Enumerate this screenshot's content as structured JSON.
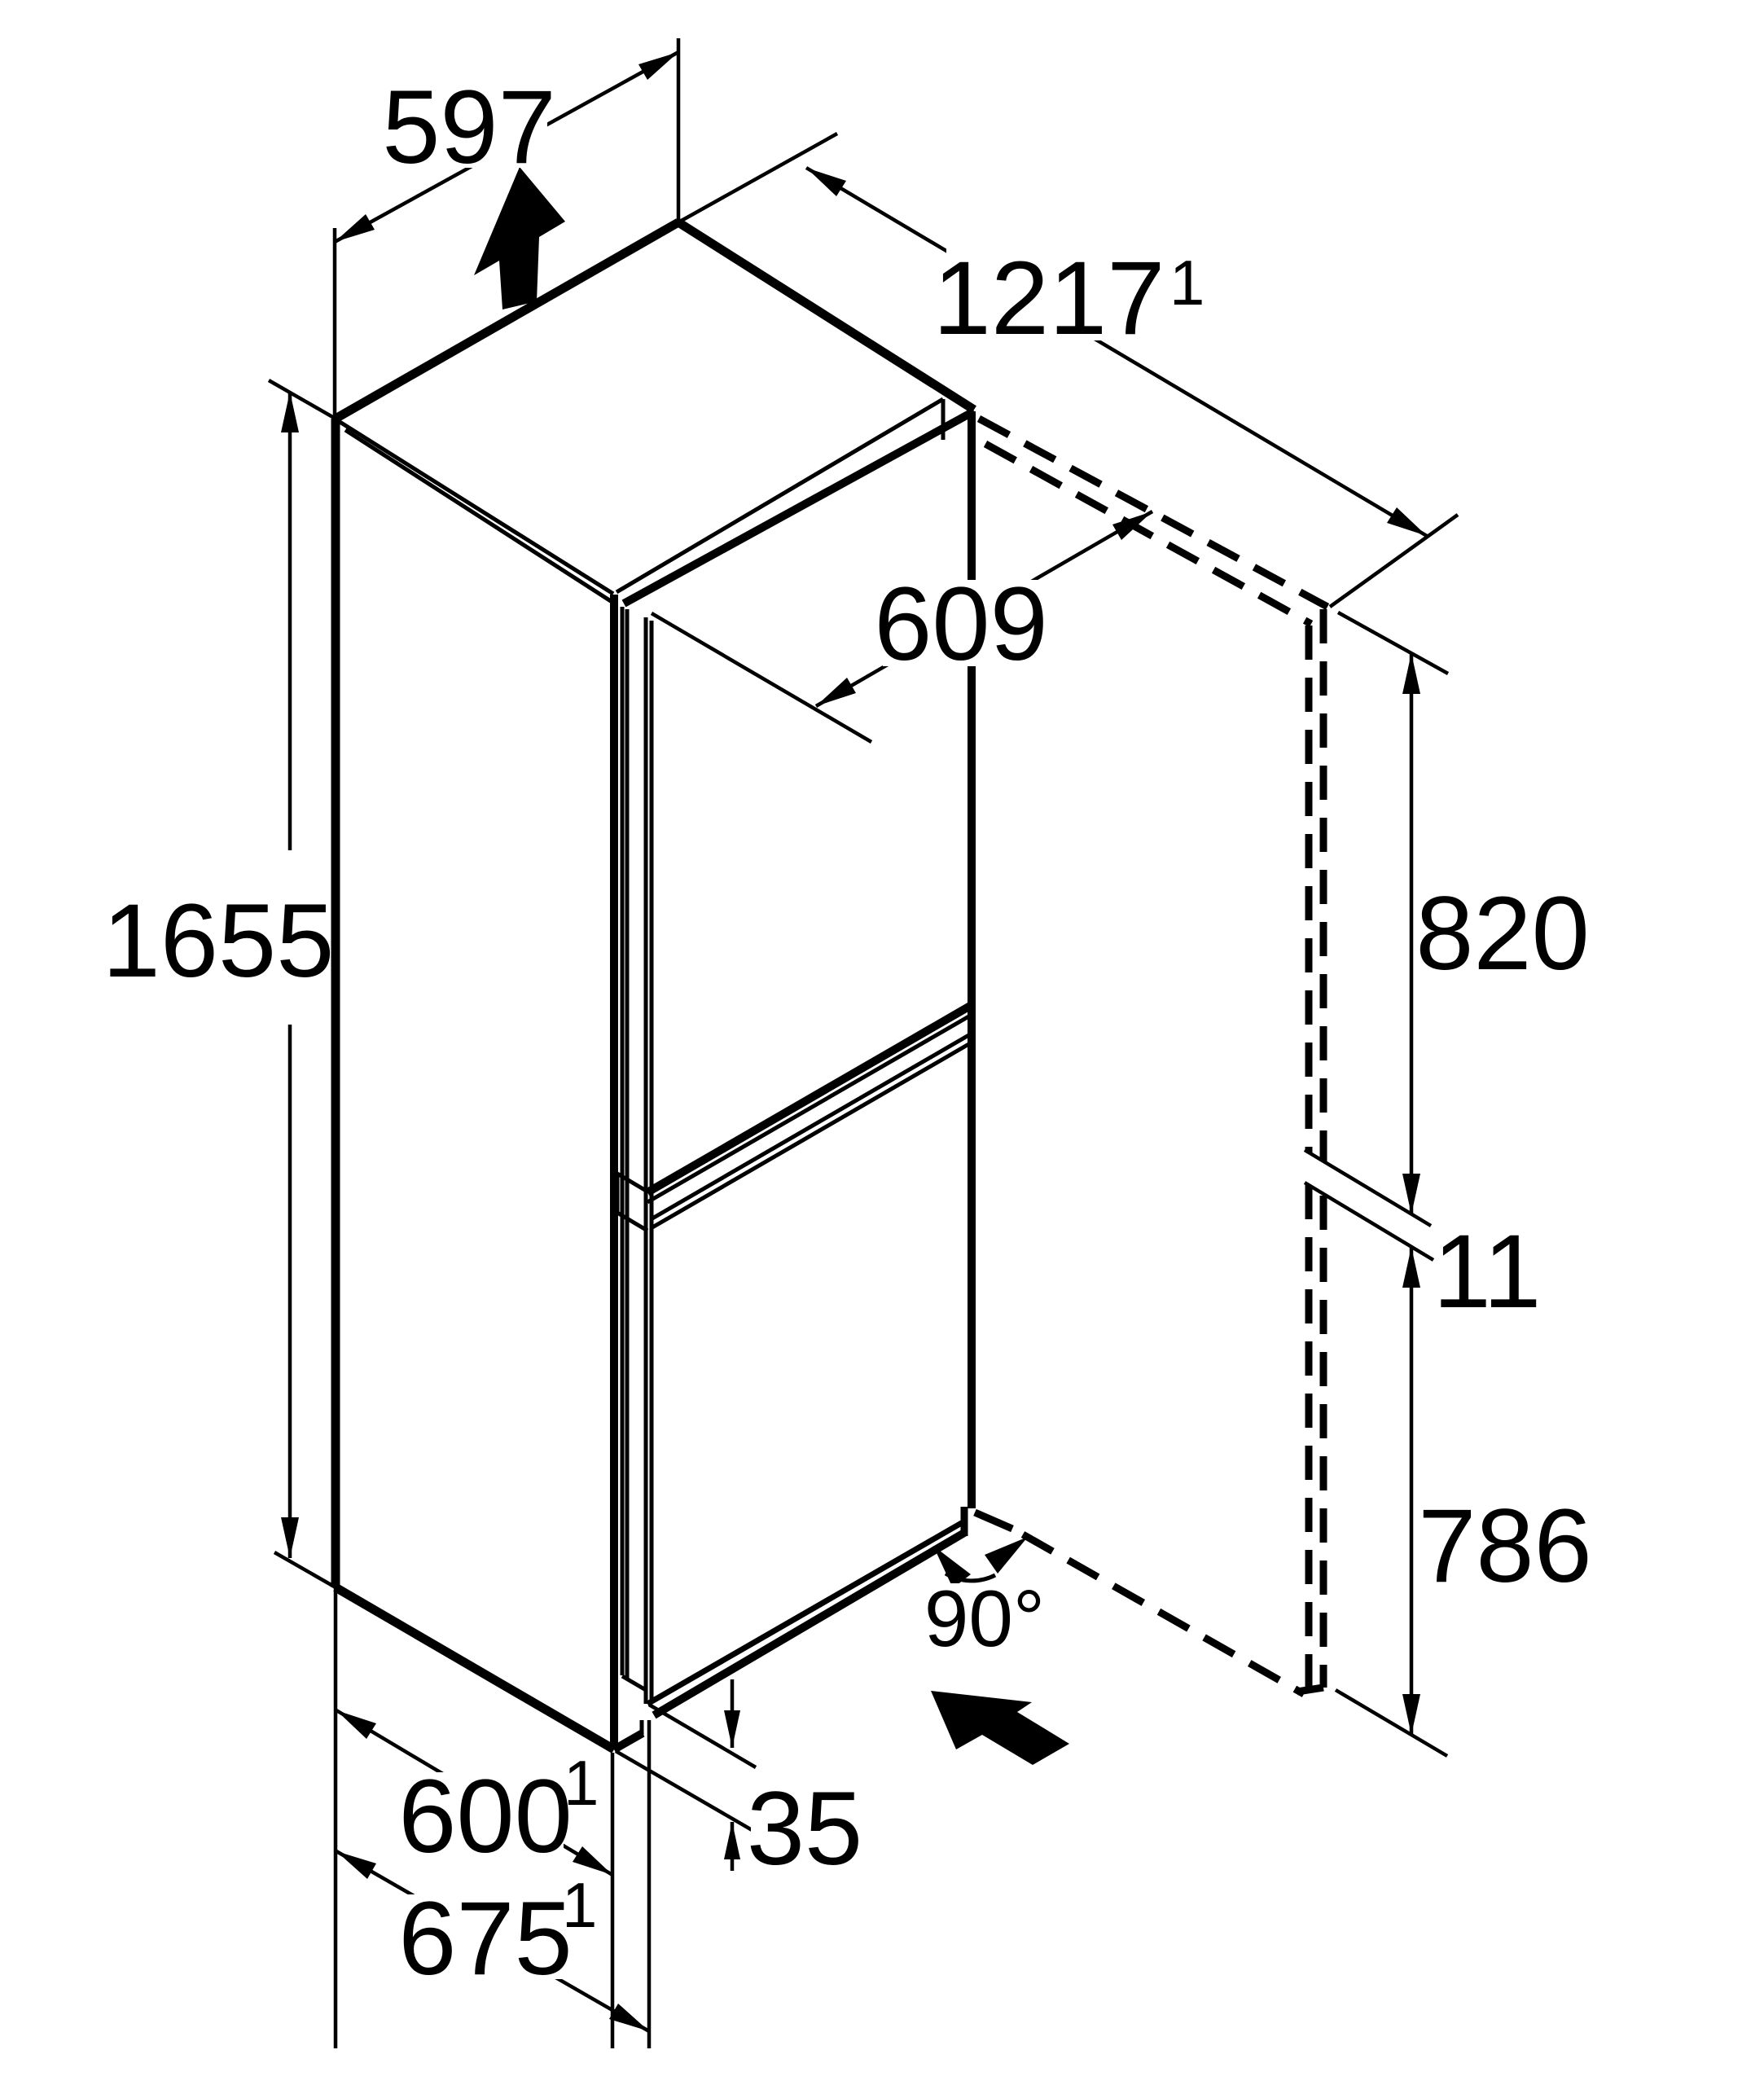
{
  "diagram": {
    "type": "appliance-installation-dimension-drawing",
    "subject": "fridge-freezer-with-door-open-90-degrees",
    "background_color": "#ffffff",
    "line_color": "#000000",
    "units": "mm",
    "labels": {
      "width_top": "597",
      "depth_total_door_open": "1217",
      "depth_total_door_open_sup": "1",
      "open_door_width": "609",
      "height_total": "1655",
      "upper_door_height": "820",
      "door_gap": "11",
      "lower_door_height": "786",
      "door_opening_angle": "90°",
      "body_depth": "600",
      "body_depth_sup": "1",
      "bottom_clearance": "35",
      "depth_with_door": "675",
      "depth_with_door_sup": "1"
    }
  }
}
